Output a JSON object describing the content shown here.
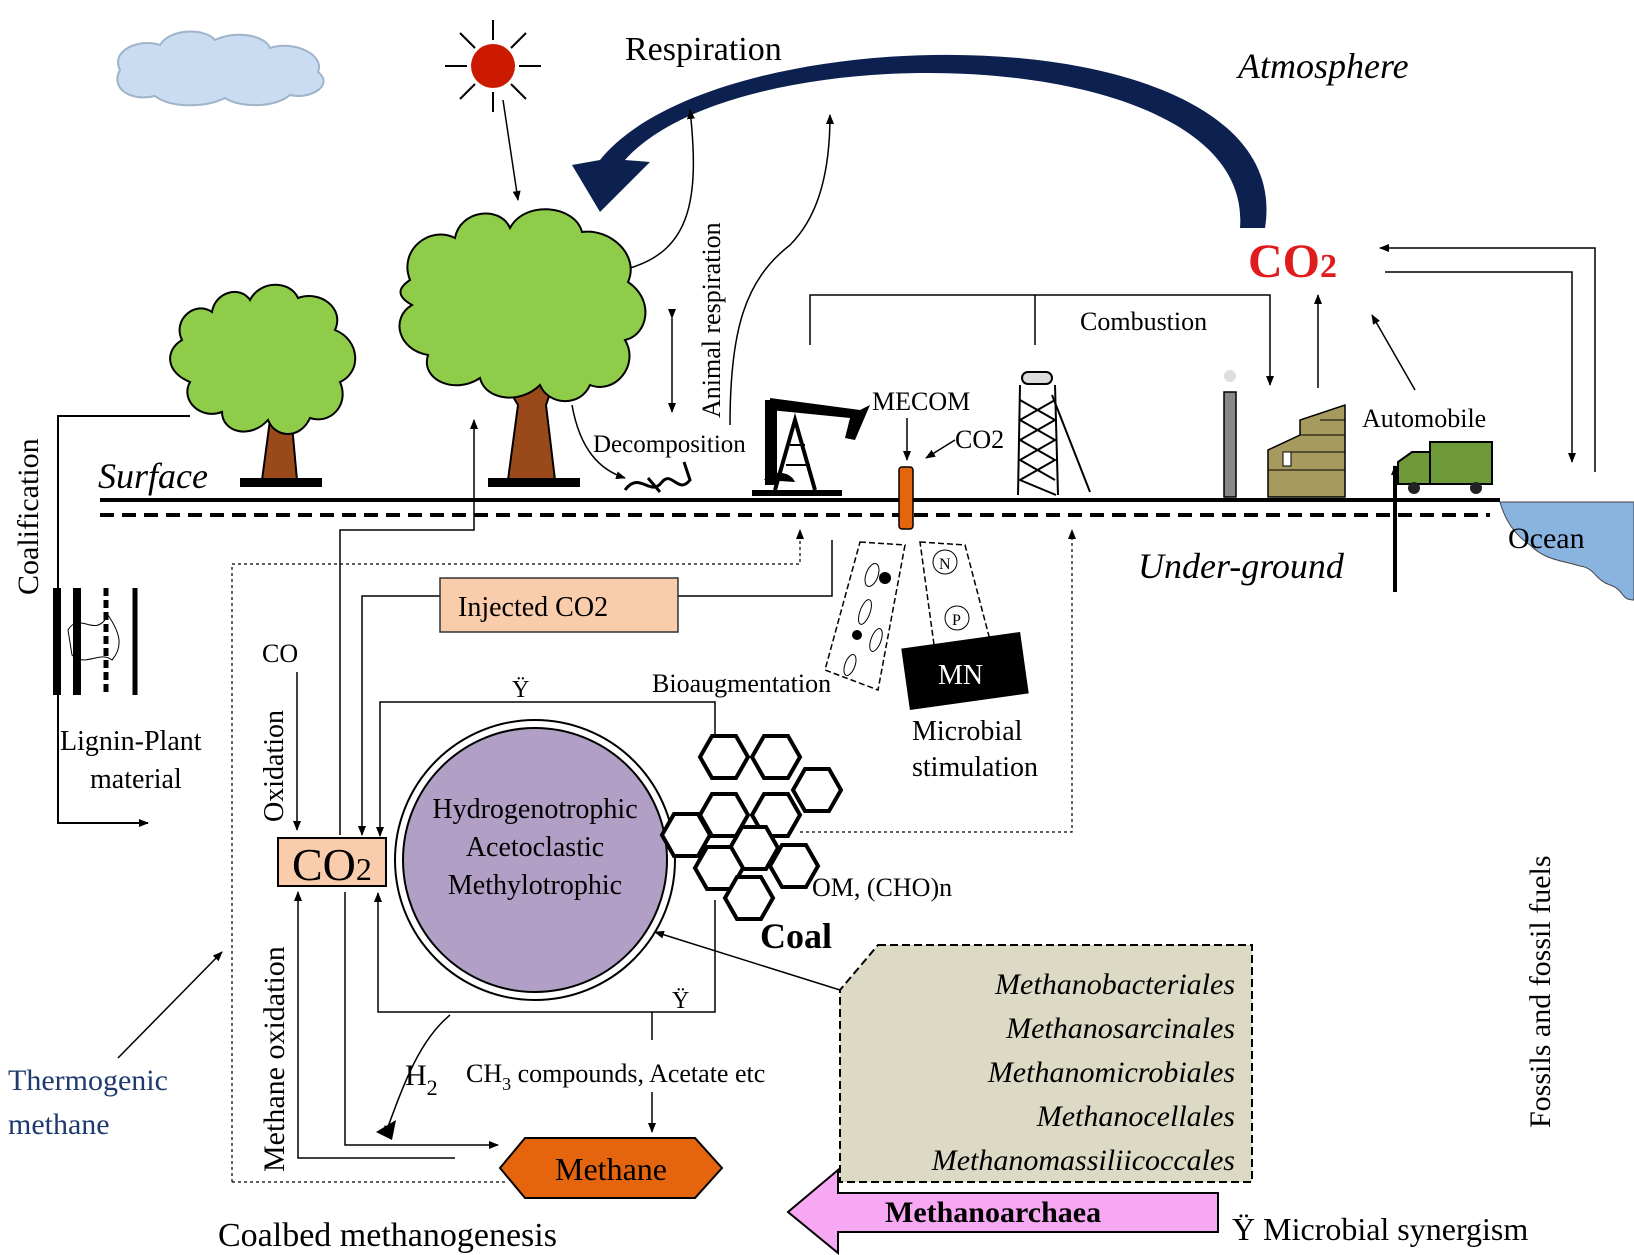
{
  "labels": {
    "respiration": "Respiration",
    "atmosphere": "Atmosphere",
    "co2_top": "CO",
    "co2_top_sub": "2",
    "animal_respiration": "Animal respiration",
    "combustion": "Combustion",
    "mecom": "MECOM",
    "co2_small": "CO2",
    "automobile": "Automobile",
    "decomposition": "Decomposition",
    "surface": "Surface",
    "underground": "Under-ground",
    "ocean": "Ocean",
    "coalification": "Coalification",
    "injected_co2": "Injected CO2",
    "co": "CO",
    "oxidation": "Oxidation",
    "lignin_line1": "Lignin-Plant",
    "lignin_line2": "material",
    "synergy_symbol": "Ÿ",
    "bioaugmentation": "Bioaugmentation",
    "mn": "MN",
    "n_letter": "N",
    "p_letter": "P",
    "microbial_line1": "Microbial",
    "microbial_line2": "stimulation",
    "circle_line1": "Hydrogenotrophic",
    "circle_line2": "Acetoclastic",
    "circle_line3": "Methylotrophic",
    "co2_box": "CO",
    "co2_box_sub": "2",
    "om": "OM, (CHO)n",
    "coal": "Coal",
    "methane_oxidation": "Methane oxidation",
    "h2": "H",
    "h2_sub": "2",
    "ch3_pre": "CH",
    "ch3_sub": "3",
    "ch3_post": " compounds, Acetate etc",
    "methane": "Methane",
    "thermo_line1": "Thermogenic",
    "thermo_line2": "methane",
    "coalbed": "Coalbed methanogenesis",
    "methanoarchaea": "Methanoarchaea",
    "microbial_synergism": "Ÿ Microbial synergism",
    "fossils": "Fossils and fossil fuels"
  },
  "orders": [
    "Methanobacteriales",
    "Methanosarcinales",
    "Methanomicrobiales",
    "Methanocellales",
    "Methanomassiliicoccales"
  ],
  "colors": {
    "tree_green": "#8fcc4a",
    "trunk_brown": "#9a4a1a",
    "arrow_navy": "#0d2150",
    "co2_red": "#e01b1b",
    "box_peach": "#f9ccac",
    "circle_purple": "#b19fc6",
    "methane_orange": "#e5650f",
    "ocean_blue": "#8ab4e0",
    "orders_box": "#dcd9c4",
    "methanoarchaea_pink": "#f7a8f2",
    "building_olive": "#a79a5e",
    "truck_green": "#6e9a3a",
    "cloud_blue": "#c9dcf2",
    "sun_red": "#cc1a00"
  }
}
